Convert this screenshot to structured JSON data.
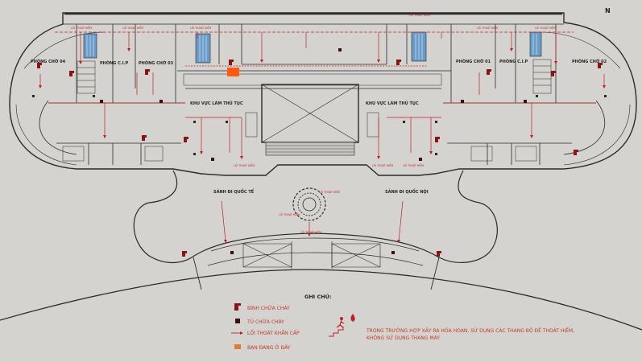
{
  "north_label": "N",
  "zones": {
    "waiting_room_04": "PHÒNG CHỜ 04",
    "cip_left": "PHÒNG C.I.P",
    "waiting_room_03": "PHÒNG CHỜ 03",
    "waiting_room_01": "PHÒNG CHỜ 01",
    "cip_right": "PHÒNG C.I.P",
    "waiting_room_02": "PHÒNG CHỜ 02",
    "checkin_left": "KHU VỰC LÀM THỦ TỤC",
    "checkin_right": "KHU VỰC LÀM THỦ TỤC",
    "intl_hall": "SẢNH ĐI QUỐC TẾ",
    "dom_hall": "SẢNH ĐI QUỐC NỘI"
  },
  "exit_label": "LỐI THOÁT HIỂM",
  "legend": {
    "title": "GHI CHÚ:",
    "items": [
      {
        "name": "extinguisher",
        "label": "BÌNH CHỮA CHÁY",
        "color": "#8a1414"
      },
      {
        "name": "cabinet",
        "label": "TỦ CHỮA CHÁY",
        "color": "#3a1010"
      },
      {
        "name": "exit",
        "label": "LỐI THOÁT KHẨN CẤP",
        "color": "#c02020"
      },
      {
        "name": "you-are-here",
        "label": "BẠN ĐANG Ở ĐÂY",
        "color": "#e07a30"
      }
    ],
    "note_line1": "TRONG TRƯỜNG HỢP XẢY RA HỎA HOẠN, SỬ DỤNG CÁC THANG BỘ ĐỂ THOÁT HIỂM,",
    "note_line2": "KHÔNG SỬ DỤNG THANG MÁY"
  },
  "colors": {
    "background": "#d4d3cf",
    "wall": "#2b2b2b",
    "exit_route": "#c02020",
    "extinguisher": "#8a1414",
    "you_are_here": "#ff5a10",
    "elevator": "#5b8fc0"
  }
}
